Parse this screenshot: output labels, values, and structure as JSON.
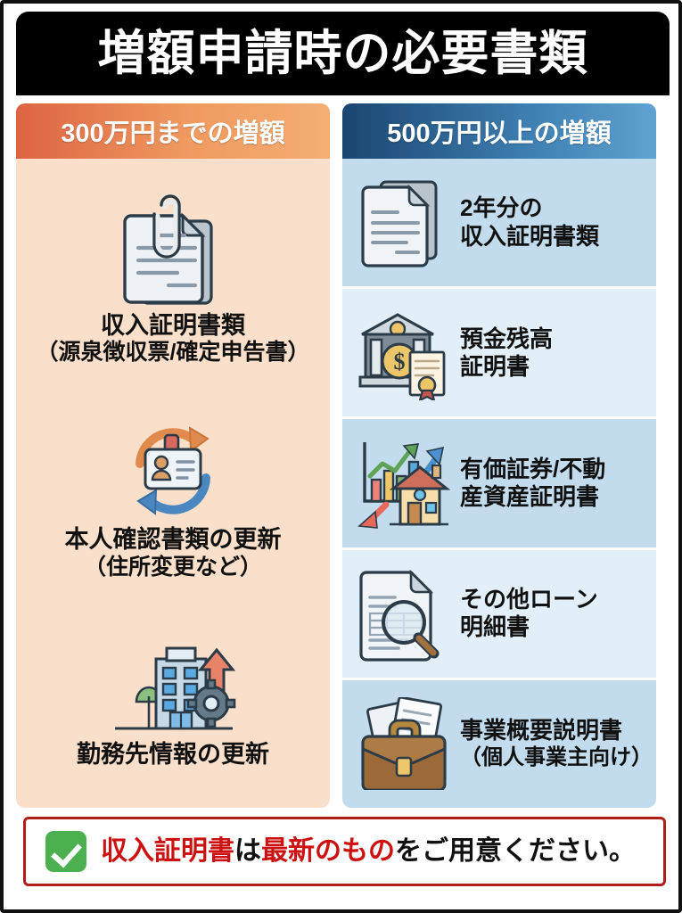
{
  "title": "増額申請時の必要書類",
  "columns": {
    "left": {
      "header": "300万円までの増額",
      "header_gradient": [
        "#dd6443",
        "#f3ae74"
      ],
      "background": "#fae0ca",
      "items": [
        {
          "icon": "document-paperclip-icon",
          "line1": "収入証明書類",
          "line2": "（源泉徴収票/確定申告書）"
        },
        {
          "icon": "id-card-refresh-icon",
          "line1": "本人確認書類の更新",
          "line2": "（住所変更など）"
        },
        {
          "icon": "office-building-gear-icon",
          "line1": "勤務先情報の更新",
          "line2": ""
        }
      ]
    },
    "right": {
      "header": "500万円以上の増額",
      "header_gradient": [
        "#1b4570",
        "#5fa3d1"
      ],
      "row_shades": [
        "#c3dced",
        "#e2eff8"
      ],
      "items": [
        {
          "icon": "stacked-documents-icon",
          "line1": "2年分の",
          "line2": "収入証明書類"
        },
        {
          "icon": "bank-certificate-icon",
          "line1": "預金残高",
          "line2": "証明書"
        },
        {
          "icon": "chart-house-icon",
          "line1": "有価証券/不動",
          "line2": "産資産証明書"
        },
        {
          "icon": "document-magnifier-icon",
          "line1": "その他ローン",
          "line2": "明細書"
        },
        {
          "icon": "briefcase-documents-icon",
          "line1": "事業概要説明書",
          "line2": "（個人事業主向け）"
        }
      ]
    }
  },
  "footer": {
    "icon": "green-check-icon",
    "check_color": "#4caf50",
    "border_color": "#b01c1c",
    "accent_color": "#cc1111",
    "segments": [
      {
        "text": "収入証明書",
        "emphasis": true
      },
      {
        "text": "は",
        "emphasis": false
      },
      {
        "text": "最新のもの",
        "emphasis": true
      },
      {
        "text": "をご用意ください。",
        "emphasis": false
      }
    ]
  }
}
